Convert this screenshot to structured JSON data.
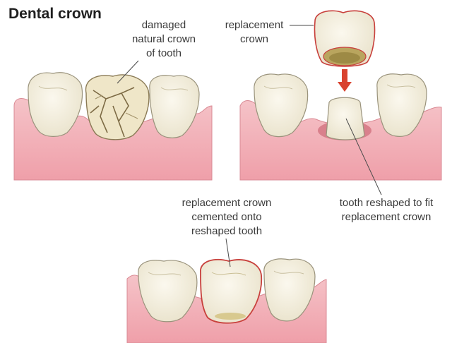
{
  "title": "Dental crown",
  "labels": {
    "damaged": "damaged\nnatural crown\nof tooth",
    "replacement": "replacement\ncrown",
    "reshaped": "tooth reshaped to fit\nreplacement crown",
    "cemented": "replacement crown\ncemented onto\nreshaped tooth"
  },
  "colors": {
    "gum": "#f2b6bd",
    "gum_dark": "#e7949f",
    "tooth": "#f7f3e6",
    "tooth_shadow": "#e4ddc4",
    "outline": "#8c8570",
    "crack": "#8a7a55",
    "crown_outline": "#c8403c",
    "arrow": "#d9432f",
    "leader": "#4a4a4a"
  }
}
